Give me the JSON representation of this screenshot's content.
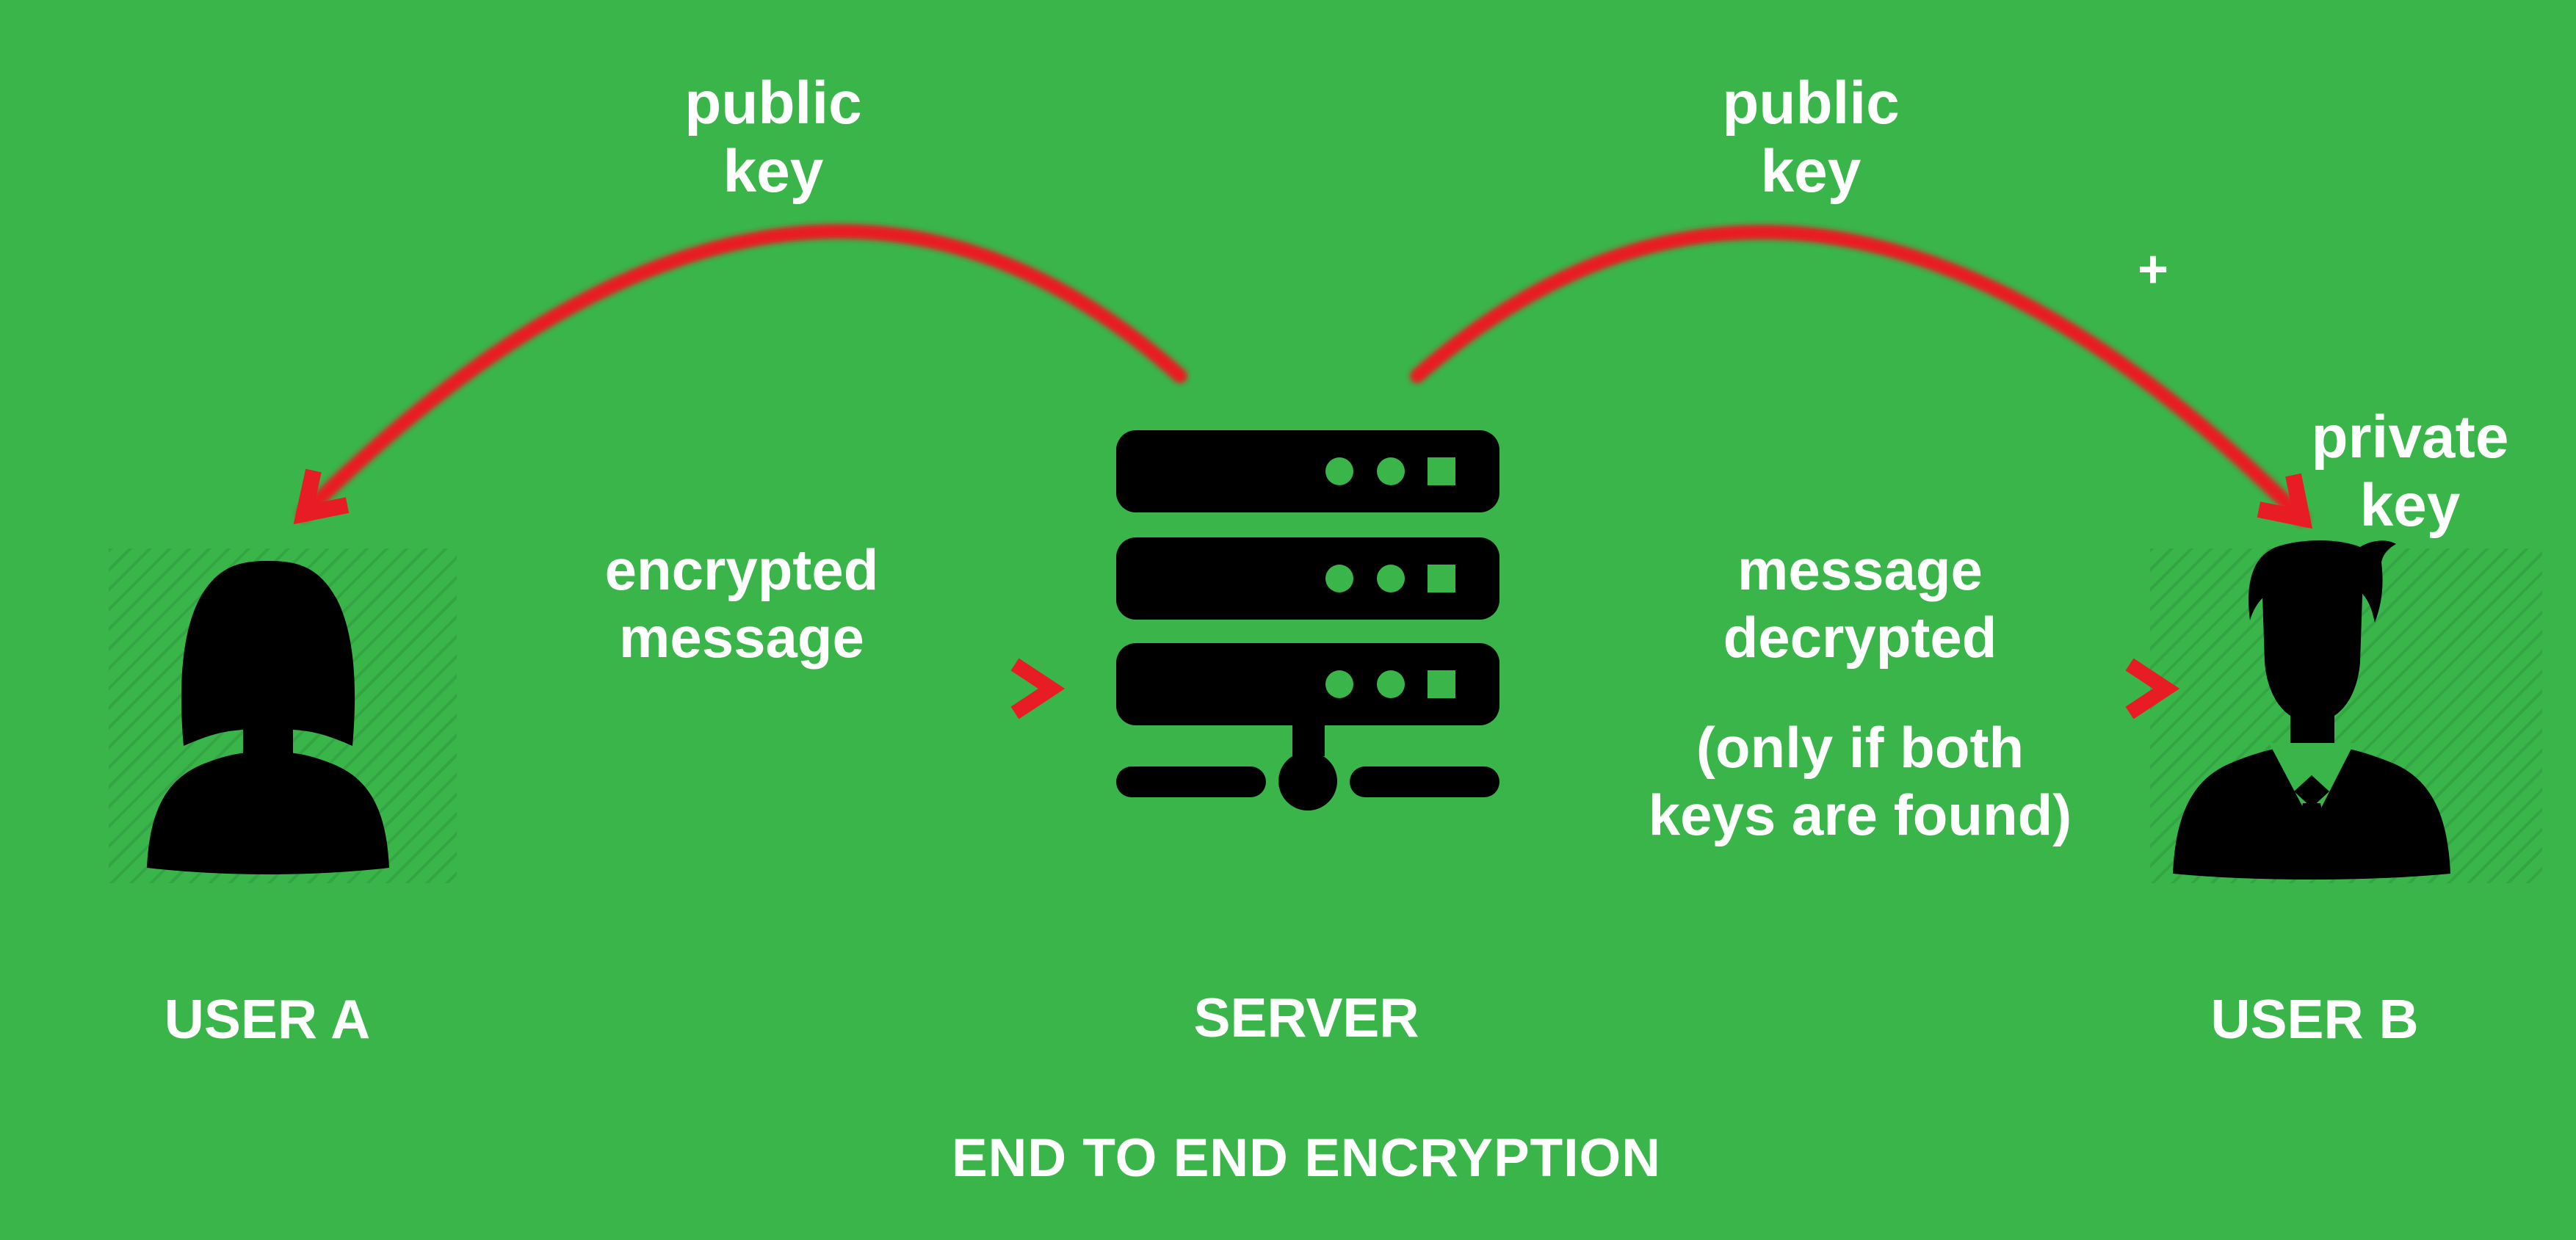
{
  "diagram": {
    "title": "END TO END ENCRYPTION",
    "nodes": [
      {
        "id": "user-a",
        "label": "USER A",
        "icon": "female-user-icon"
      },
      {
        "id": "server",
        "label": "SERVER",
        "icon": "server-rack-icon"
      },
      {
        "id": "user-b",
        "label": "USER B",
        "icon": "male-user-icon"
      }
    ],
    "annotations": {
      "public_key_left": "public\nkey",
      "public_key_right": "public\nkey",
      "plus": "+",
      "private_key": "private\nkey",
      "encrypted_message": "encrypted\nmessage",
      "message_decrypted": "message\ndecrypted",
      "decryption_condition": "(only if both\nkeys are found)"
    },
    "arrows": [
      {
        "name": "public-key-arc-left",
        "from": "server",
        "to": "user-a",
        "style": "curved"
      },
      {
        "name": "public-key-arc-right",
        "from": "server",
        "to": "user-b",
        "style": "curved"
      },
      {
        "name": "encrypted-message-arrow",
        "from": "user-a",
        "to": "server",
        "style": "straight"
      },
      {
        "name": "message-decrypted-arrow",
        "from": "server",
        "to": "user-b",
        "style": "straight"
      }
    ],
    "colors": {
      "background": "#39b54a",
      "arrow": "#e81c24",
      "icon": "#000000",
      "text": "#ffffff"
    }
  }
}
